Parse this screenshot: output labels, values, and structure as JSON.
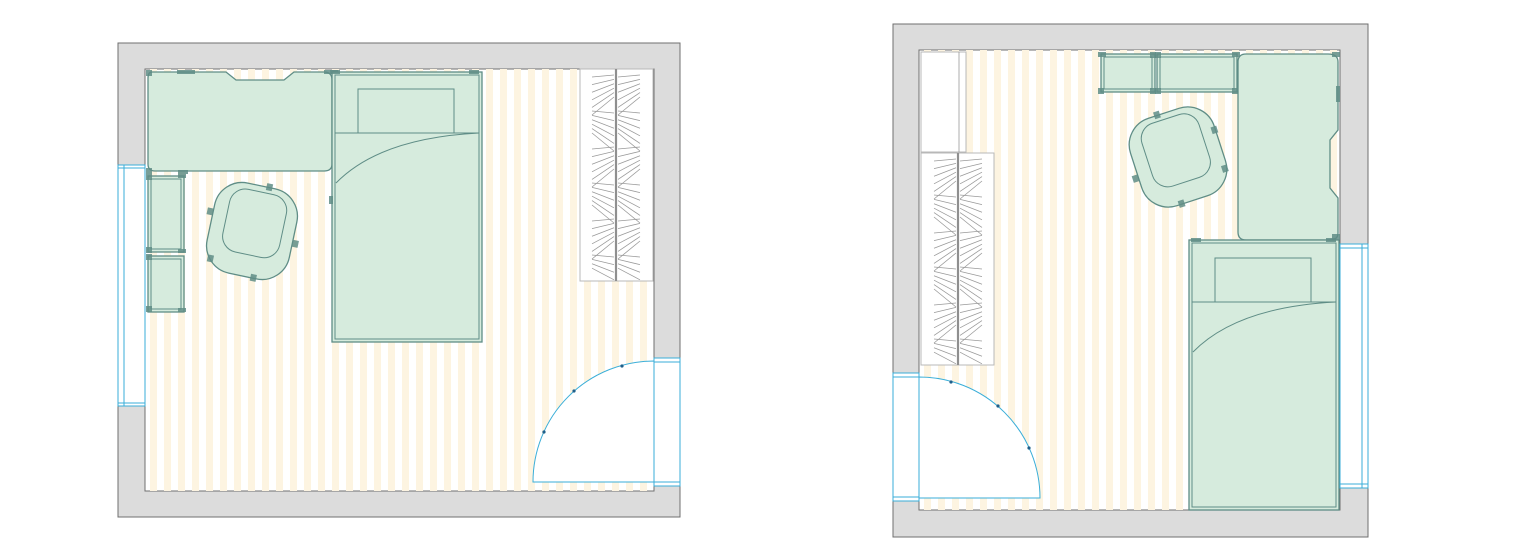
{
  "colors": {
    "background": "#ffffff",
    "wall": "#dcdcdc",
    "wall_stroke": "#6f6f6f",
    "floor_stripe": "#fdf4e1",
    "floor": "#ffffff",
    "furniture_fill": "#d6ebdd",
    "furniture_stroke": "#5f8d86",
    "opening": "#3aaed8",
    "door_dot": "#1f5f8a",
    "wardrobe_line": "#9a9a9a",
    "wardrobe_rail": "#8f8f8f"
  },
  "plans": [
    {
      "name": "floor-plan-left",
      "items": [
        "wall",
        "floor",
        "desk",
        "drawer-unit",
        "drawer-unit",
        "office-chair",
        "single-bed",
        "pillow",
        "wardrobe",
        "window",
        "door",
        "door-swing"
      ]
    },
    {
      "name": "floor-plan-right",
      "items": [
        "wall",
        "floor",
        "drawer-unit",
        "drawer-unit",
        "desk",
        "office-chair",
        "single-bed",
        "pillow",
        "wardrobe",
        "window",
        "door",
        "door-swing"
      ]
    }
  ]
}
